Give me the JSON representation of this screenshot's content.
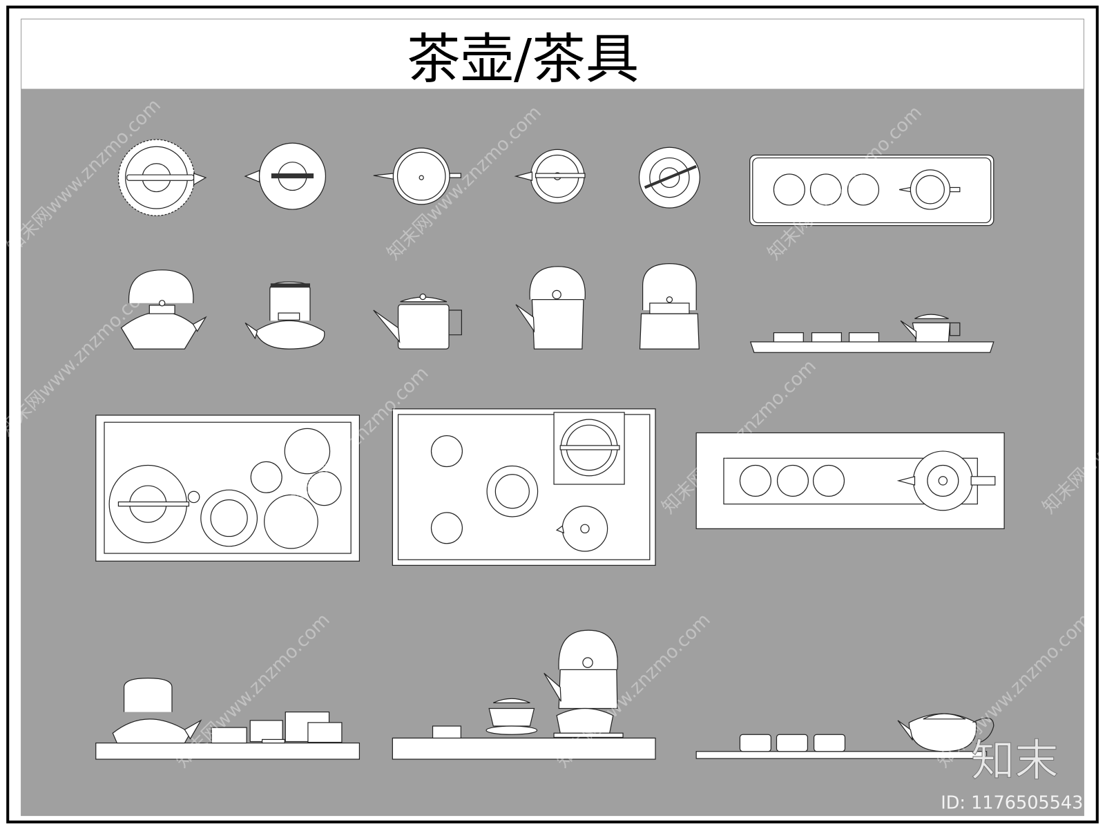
{
  "title": "茶壶/茶具",
  "watermark": "知末网www.znzmo.com",
  "logo": "知末",
  "id_label": "ID: 1176505543",
  "colors": {
    "background": "#a0a0a0",
    "frame": "#000000",
    "line": "#222222",
    "fill": "#ffffff"
  }
}
